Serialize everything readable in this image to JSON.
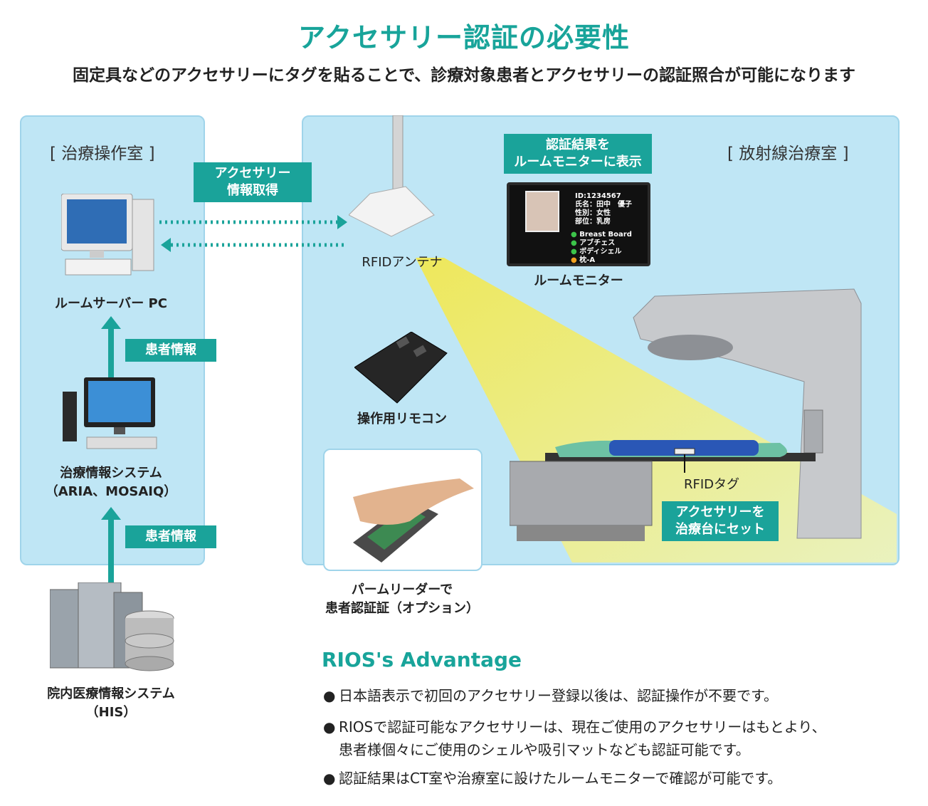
{
  "title": "アクセサリー認証の必要性",
  "subtitle": "固定具などのアクセサリーにタグを貼ることで、診療対象患者とアクセサリーの認証照合が可能になります",
  "left_room": {
    "label": "[ 治療操作室 ]",
    "server_label": "ルームサーバー PC",
    "patient_info_badge_1": "患者情報",
    "patient_info_badge_2": "患者情報",
    "treatment_system_line1": "治療情報システム",
    "treatment_system_line2": "（ARIA、MOSAIQ）"
  },
  "his": {
    "line1": "院内医療情報システム",
    "line2": "（HIS）"
  },
  "link_badge": {
    "line1": "アクセサリー",
    "line2": "情報取得"
  },
  "right_room": {
    "label": "[ 放射線治療室 ]",
    "antenna_label": "RFIDアンテナ",
    "monitor_badge_line1": "認証結果を",
    "monitor_badge_line2": "ルームモニターに表示",
    "monitor_label": "ルームモニター",
    "monitor_screen": {
      "id": "ID:1234567",
      "name": "氏名：田中　優子",
      "sex": "性別：女性",
      "site": "部位：乳房",
      "items": [
        "Breast Board",
        "アブチェス",
        "ボディシェル",
        "枕-A"
      ]
    },
    "remote_label": "操作用リモコン",
    "rfid_tag_label": "RFIDタグ",
    "set_badge_line1": "アクセサリーを",
    "set_badge_line2": "治療台にセット"
  },
  "palm": {
    "line1": "パームリーダーで",
    "line2": "患者認証証（オプション）"
  },
  "advantage": {
    "title": "RIOS's Advantage",
    "bullets": [
      "日本語表示で初回のアクセサリー登録以後は、認証操作が不要です。",
      "RIOSで認証可能なアクセサリーは、現在ご使用のアクセサリーはもとより、",
      "患者様個々にご使用のシェルや吸引マットなども認証可能です。",
      "認証結果はCT室や治療室に設けたルームモニターで確認が可能です。"
    ]
  },
  "colors": {
    "teal": "#1aa39a",
    "panel": "#bfe6f5",
    "beam": "#f4ee6a"
  }
}
